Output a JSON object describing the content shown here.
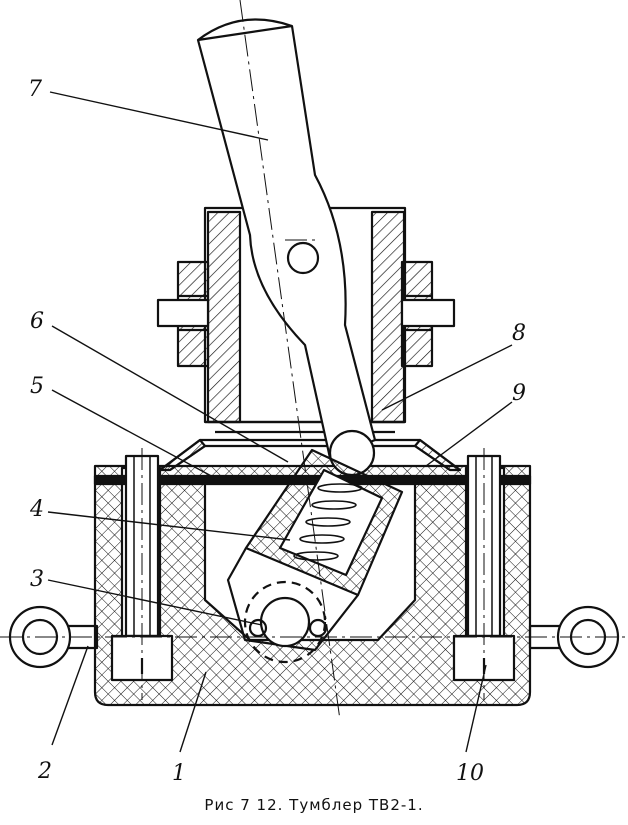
{
  "caption": "Рис 7 12. Тумблер ТВ2-1.",
  "labels": {
    "l1": "1",
    "l2": "2",
    "l3": "3",
    "l4": "4",
    "l5": "5",
    "l6": "6",
    "l7": "7",
    "l8": "8",
    "l9": "9",
    "l10": "10"
  },
  "colors": {
    "ink": "#111111",
    "paper": "#ffffff"
  }
}
